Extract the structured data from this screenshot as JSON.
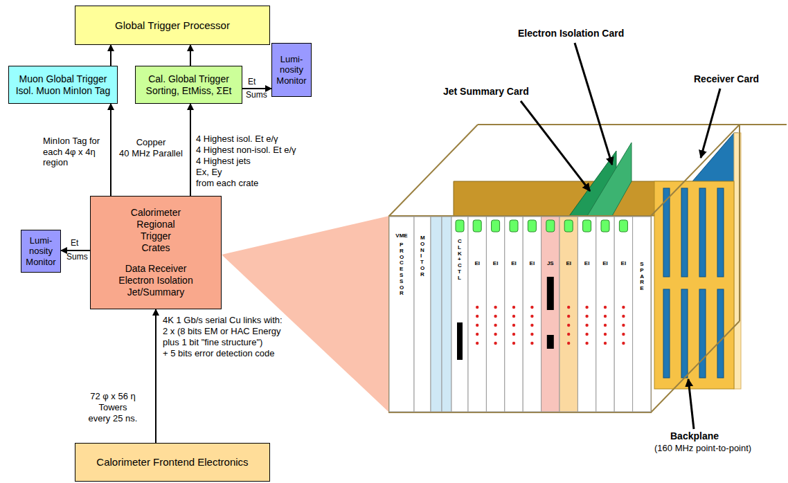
{
  "diagram": {
    "nodes": [
      {
        "text": [
          "Global Trigger Processor"
        ]
      },
      {
        "text": [
          "Muon Global Trigger",
          "Isol. Muon MinIon Tag"
        ]
      },
      {
        "text": [
          "Cal. Global Trigger",
          "Sorting, EtMiss, ΣEt"
        ]
      },
      {
        "text": [
          "Lumi- nosity Monitor"
        ]
      },
      {
        "text": [
          "Calorimeter Regional Trigger Crates",
          "Data Receiver Electron Isolation Jet/Summary"
        ]
      },
      {
        "text": [
          "Lumi- nosity Monitor"
        ]
      },
      {
        "text": [
          "Calorimeter Frontend Electronics"
        ]
      }
    ],
    "edges": [
      {
        "from": 1,
        "to": 0,
        "arrow": "to"
      },
      {
        "from": 2,
        "to": 0,
        "arrow": "to"
      },
      {
        "from": 4,
        "to": 1,
        "arrow": "to",
        "label": "MinIon Tag for each 4φ x 4η region"
      },
      {
        "from": 4,
        "to": 2,
        "arrow": "to"
      },
      {
        "from": 2,
        "to": 3,
        "arrow": "to"
      },
      {
        "from": 4,
        "to": 5,
        "arrow": "to"
      },
      {
        "from": 6,
        "to": 4,
        "arrow": "to"
      }
    ],
    "labels": [
      "Copper",
      "40 MHz Parallel",
      "4 Highest isol. Et e/γ",
      "4 Highest non-isol. Et e/γ",
      "4 Highest jets",
      "Ex, Ey",
      "from each crate",
      "Et",
      "Sums",
      "Et",
      "Sums",
      "72 φ x 56 η",
      "Towers",
      "every 25 ns.",
      "4K 1 Gb/s serial Cu links with:",
      "2 x (8 bits EM or HAC Energy",
      "plus 1 bit \"fine structure\")",
      "+ 5 bits error detection code",
      "Electron Isolation Card",
      "Receiver Card",
      "Jet Summary Card",
      "Backplane",
      "(160 MHz point-to-point)",
      "VME",
      "PROCESSOR",
      "MONITOR",
      "CLK+CTL",
      "EI",
      "EI",
      "EI",
      "EI",
      "JS",
      "EI",
      "EI",
      "EI",
      "EI",
      "SPARE"
    ]
  }
}
